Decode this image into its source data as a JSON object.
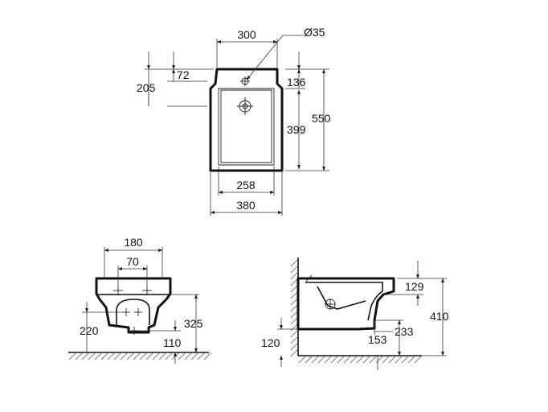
{
  "top_view": {
    "width_top": "300",
    "hole_diameter": "Ø35",
    "depth_72": "72",
    "depth_205": "205",
    "depth_136": "136",
    "depth_399": "399",
    "depth_550": "550",
    "width_258": "258",
    "width_380": "380"
  },
  "front_view": {
    "fix_180": "180",
    "fix_70": "70",
    "height_220": "220",
    "height_325": "325",
    "height_110": "110"
  },
  "side_view": {
    "height_129": "129",
    "height_410": "410",
    "height_120": "120",
    "depth_153": "153",
    "height_233": "233"
  }
}
